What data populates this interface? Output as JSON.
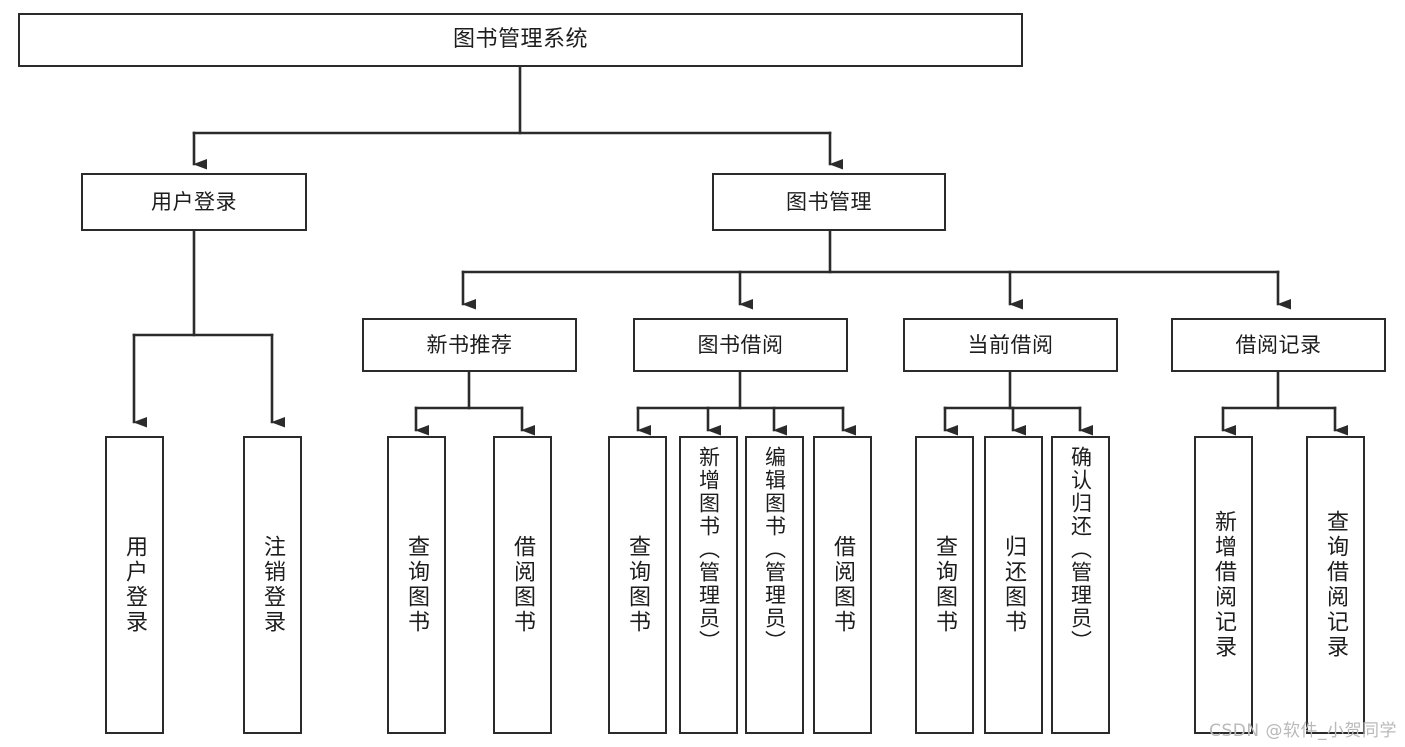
{
  "diagram": {
    "title": "图书管理系统",
    "type": "tree-structure-chart",
    "orientation": "top-down",
    "stroke_color": "#2b2b2b",
    "background_color": "#ffffff",
    "text_color": "#1d1d1d",
    "nodes": {
      "root": {
        "label": "图书管理系统"
      },
      "level2": [
        {
          "id": "user-login",
          "label": "用户登录"
        },
        {
          "id": "book-management",
          "label": "图书管理"
        }
      ],
      "level3": [
        {
          "id": "new-book-recommend",
          "label": "新书推荐"
        },
        {
          "id": "book-borrow",
          "label": "图书借阅"
        },
        {
          "id": "current-borrow",
          "label": "当前借阅"
        },
        {
          "id": "borrow-record",
          "label": "借阅记录"
        }
      ],
      "leaves": {
        "user_login": [
          {
            "id": "leaf-user-login",
            "label": "用户登录"
          },
          {
            "id": "leaf-logout-login",
            "label": "注销登录"
          }
        ],
        "new_book_recommend": [
          {
            "id": "leaf-query-book-1",
            "label": "查询图书"
          },
          {
            "id": "leaf-borrow-book-1",
            "label": "借阅图书"
          }
        ],
        "book_borrow": [
          {
            "id": "leaf-query-book-2",
            "label": "查询图书"
          },
          {
            "id": "leaf-add-book",
            "label": "新增图书（管理员）"
          },
          {
            "id": "leaf-edit-book",
            "label": "编辑图书（管理员）"
          },
          {
            "id": "leaf-borrow-book-2",
            "label": "借阅图书"
          }
        ],
        "current_borrow": [
          {
            "id": "leaf-query-book-3",
            "label": "查询图书"
          },
          {
            "id": "leaf-return-book",
            "label": "归还图书"
          },
          {
            "id": "leaf-confirm-return",
            "label": "确认归还（管理员）"
          }
        ],
        "borrow_record": [
          {
            "id": "leaf-add-record",
            "label": "新增借阅记录"
          },
          {
            "id": "leaf-query-record",
            "label": "查询借阅记录"
          }
        ]
      }
    }
  },
  "watermark": {
    "text": "CSDN @软件_小贺同学"
  }
}
